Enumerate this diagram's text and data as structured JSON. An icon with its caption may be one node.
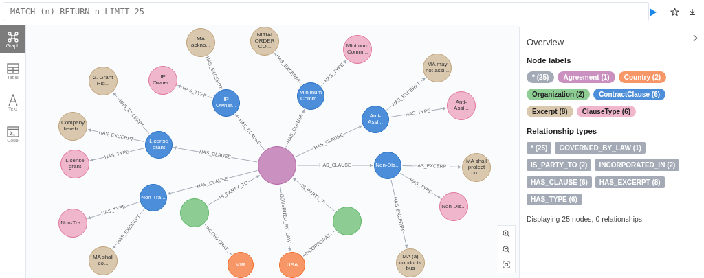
{
  "diagram": {
    "nodes": [
      {
        "text": [
          "MA ackno..."
        ]
      },
      {
        "text": [
          "INITIAL ORDER CO..."
        ]
      },
      {
        "text": [
          "Minimum Comm..."
        ]
      },
      {
        "text": [
          "IP Owner..."
        ]
      },
      {
        "text": [
          "MA may not assi..."
        ]
      },
      {
        "text": [
          "2. Grant Rig..."
        ]
      },
      {
        "text": [
          "Minimum Comm..."
        ]
      },
      {
        "text": [
          "IP Owner..."
        ]
      },
      {
        "text": [
          "Anti-Assi..."
        ]
      },
      {
        "text": [
          "Anti-Assi..."
        ]
      },
      {
        "text": [
          "Company hereb..."
        ]
      },
      {
        "text": [
          "License grant"
        ]
      },
      {
        "text": [
          "License grant"
        ]
      },
      {
        "text": [],
        "shape": "circle"
      },
      {
        "text": [
          "Non-Dis..."
        ]
      },
      {
        "text": [
          "MA shall protect co..."
        ]
      },
      {
        "text": [
          "Non-Tra..."
        ]
      },
      {
        "text": [
          "Non-Dis..."
        ]
      },
      {
        "text": [],
        "shape": "circle"
      },
      {
        "text": [],
        "shape": "circle"
      },
      {
        "text": [
          "Non-Tra..."
        ]
      },
      {
        "text": [
          "MA shall co..."
        ]
      },
      {
        "text": [
          "VIR"
        ]
      },
      {
        "text": [
          "USA"
        ]
      },
      {
        "text": [
          "MA (a) conducts bus"
        ]
      }
    ],
    "edges": [
      {
        "from": 13,
        "to": 11,
        "arrow": "to",
        "label": "HAS_CLAUSE"
      },
      {
        "from": 13,
        "to": 7,
        "arrow": "to",
        "label": "HAS_CLAUSE"
      },
      {
        "from": 13,
        "to": 6,
        "arrow": "to",
        "label": "HAS_CLAUSE"
      },
      {
        "from": 13,
        "to": 9,
        "arrow": "to",
        "label": "HAS_CLAUSE"
      },
      {
        "from": 13,
        "to": 14,
        "arrow": "to",
        "label": "HAS_CLAUSE"
      },
      {
        "from": 13,
        "to": 16,
        "arrow": "to",
        "label": "HAS_CLAUSE"
      },
      {
        "from": 7,
        "to": 0,
        "arrow": "to",
        "label": "HAS_EXCERPT"
      },
      {
        "from": 7,
        "to": 3,
        "arrow": "to",
        "label": "HAS_TYPE"
      },
      {
        "from": 6,
        "to": 1,
        "arrow": "to",
        "label": "HAS_EXCERPT"
      },
      {
        "from": 6,
        "to": 2,
        "arrow": "to",
        "label": "HAS_TYPE"
      },
      {
        "from": 11,
        "to": 5,
        "arrow": "to",
        "label": "HAS_EXCERPT"
      },
      {
        "from": 11,
        "to": 10,
        "arrow": "to",
        "label": "HAS_EXCERPT"
      },
      {
        "from": 11,
        "to": 12,
        "arrow": "to",
        "label": "HAS_TYPE"
      },
      {
        "from": 9,
        "to": 4,
        "arrow": "to",
        "label": "HAS_EXCERPT"
      },
      {
        "from": 9,
        "to": 8,
        "arrow": "to",
        "label": "HAS_TYPE"
      },
      {
        "from": 14,
        "to": 15,
        "arrow": "to",
        "label": "HAS_EXCERPT"
      },
      {
        "from": 14,
        "to": 17,
        "arrow": "to",
        "label": "HAS_TYPE"
      },
      {
        "from": 14,
        "to": 24,
        "arrow": "to",
        "label": "HAS_EXCERPT"
      },
      {
        "from": 16,
        "to": 20,
        "arrow": "to",
        "label": "HAS_TYPE"
      },
      {
        "from": 16,
        "to": 21,
        "arrow": "to",
        "label": "HAS_EXCERPT"
      },
      {
        "from": 19,
        "to": 13,
        "arrow": "to",
        "label": "IS_PARTY_TO"
      },
      {
        "from": 18,
        "to": 13,
        "arrow": "to",
        "label": "IS_PARTY_TO"
      },
      {
        "from": 19,
        "to": 22,
        "arrow": "to",
        "label": "INCORPORAT..."
      },
      {
        "from": 18,
        "to": 23,
        "arrow": "to",
        "label": "INCORPORAT..."
      },
      {
        "from": 13,
        "to": 23,
        "arrow": "to",
        "label": "GOVERNED_BY_LAW"
      }
    ],
    "labels": [
      "MATCH (n) RETURN n LIMIT 25",
      "Graph",
      "Table",
      "Text",
      "Code",
      "Overview",
      "Node labels",
      "Relationship types",
      "* (25)",
      "GOVERNED_BY_LAW (1)",
      "IS_PARTY_TO (2)",
      "INCORPORATED_IN (2)",
      "HAS_CLAUSE (6)",
      "HAS_EXCERPT (8)",
      "HAS_TYPE (6)",
      "Displaying 25 nodes, 0 relationships."
    ],
    "legend": [
      {
        "text": "* (25)",
        "color": "#a5abb6"
      },
      {
        "text": "Agreement (1)",
        "color": "#c990c0"
      },
      {
        "text": "Country (2)",
        "color": "#f79767"
      },
      {
        "text": "Organization (2)",
        "color": "#8dcc93"
      },
      {
        "text": "ContractClause (6)",
        "color": "#4c8eda"
      },
      {
        "text": "Excerpt (8)",
        "color": "#d9c8ae"
      },
      {
        "text": "ClauseType (6)",
        "color": "#f0b7cc"
      }
    ]
  }
}
